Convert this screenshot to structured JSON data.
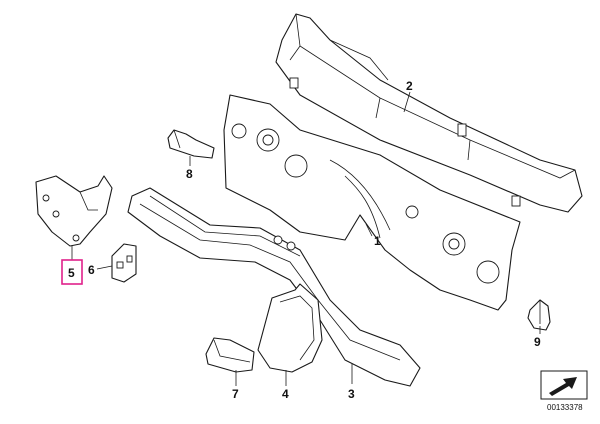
{
  "accent_color": "#e0218a",
  "diagram_number": "00133378",
  "callouts": {
    "p1": "1",
    "p2": "2",
    "p3": "3",
    "p4": "4",
    "p5": "5",
    "p6": "6",
    "p7": "7",
    "p8": "8",
    "p9": "9"
  },
  "selected_part": "5",
  "icons": [
    "direction-arrow-icon"
  ]
}
